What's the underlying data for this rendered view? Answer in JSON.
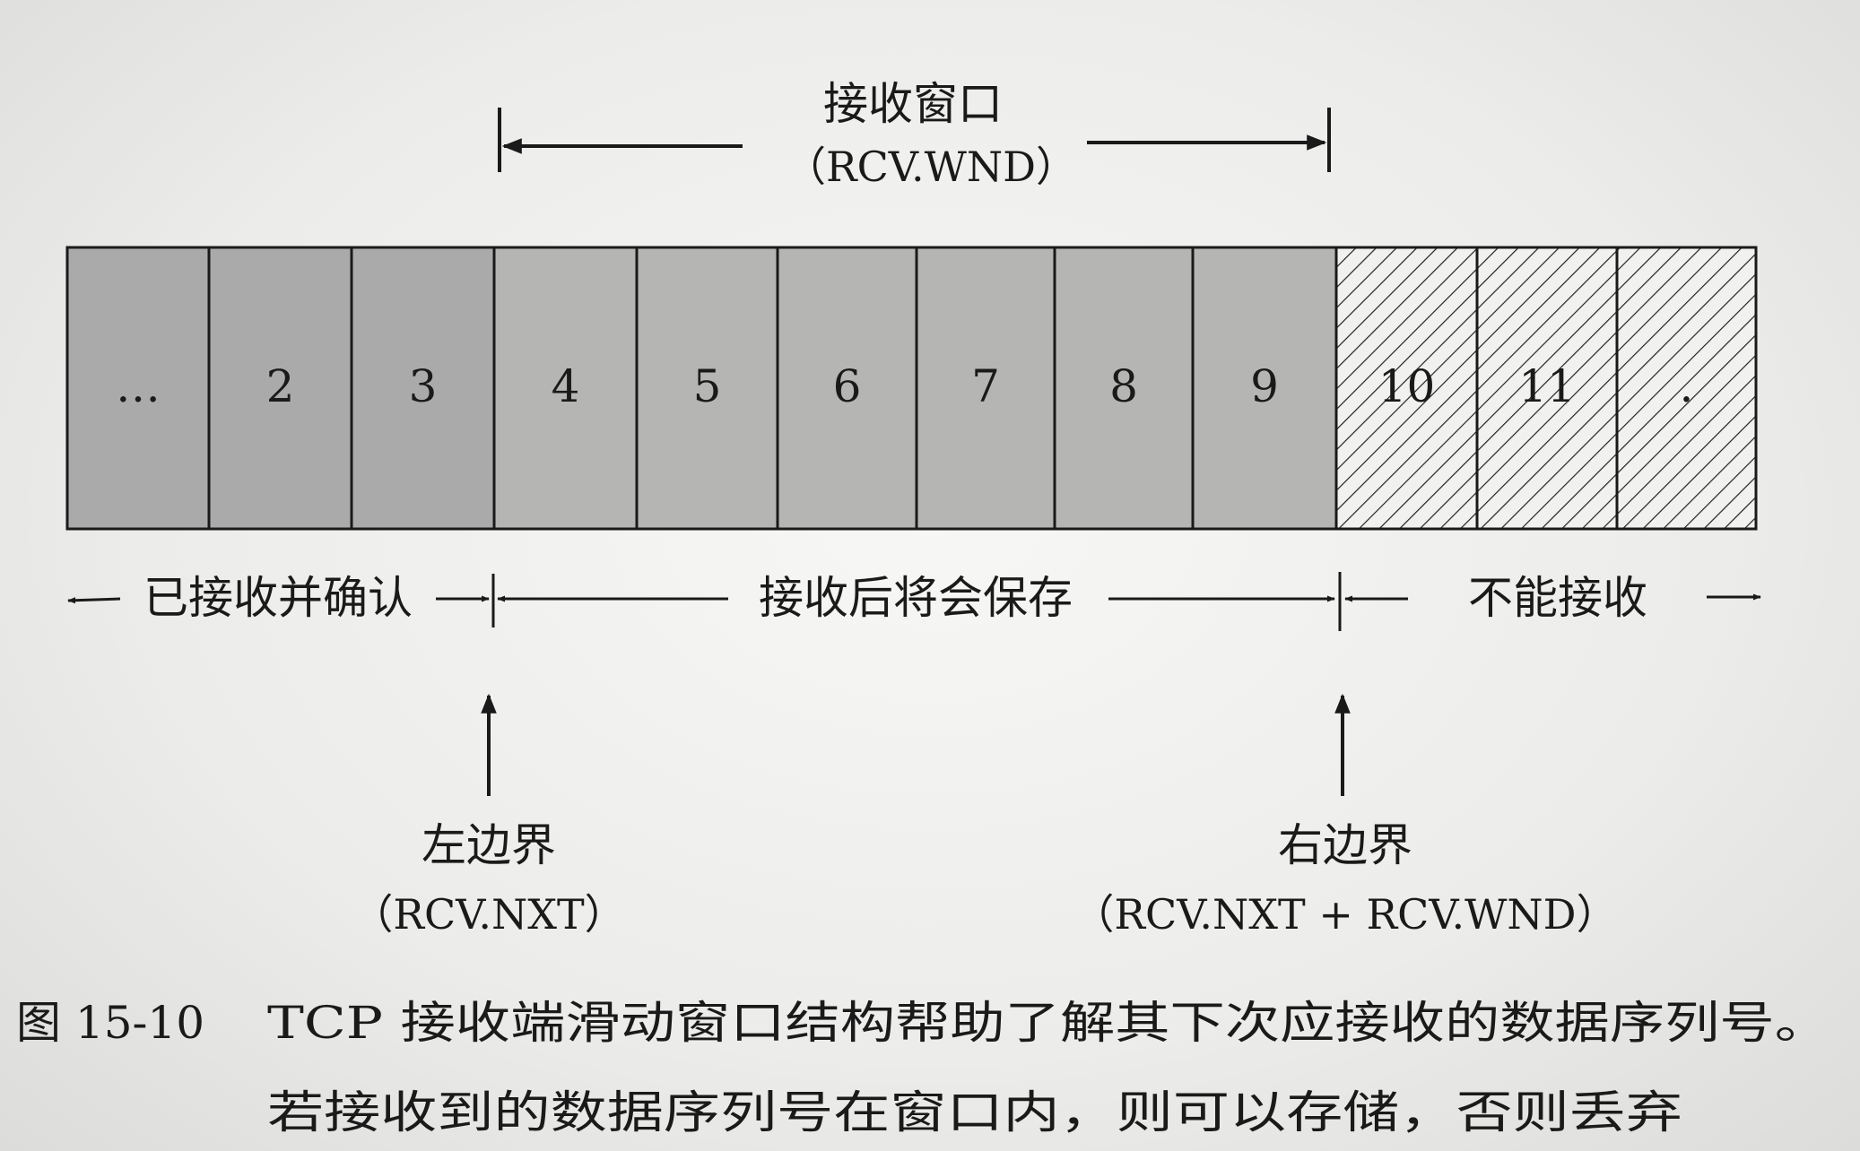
{
  "window": {
    "title": "接收窗口",
    "subtitle": "（RCV.WND）"
  },
  "cells": [
    "…",
    "2",
    "3",
    "4",
    "5",
    "6",
    "7",
    "8",
    "9",
    "10",
    "11",
    "."
  ],
  "cell_states": [
    "acked",
    "acked",
    "acked",
    "window",
    "window",
    "window",
    "window",
    "window",
    "window",
    "outside",
    "outside",
    "outside"
  ],
  "regions": {
    "acked": "已接收并确认",
    "window": "接收后将会保存",
    "outside": "不能接收"
  },
  "left_edge": {
    "title": "左边界",
    "subtitle": "（RCV.NXT）"
  },
  "right_edge": {
    "title": "右边界",
    "subtitle": "（RCV.NXT + RCV.WND）"
  },
  "caption": {
    "number": "图 15-10",
    "line1": "TCP 接收端滑动窗口结构帮助了解其下次应接收的数据序列号。",
    "line2": "若接收到的数据序列号在窗口内，则可以存储，否则丢弃"
  },
  "colors": {
    "acked_fill": "#aaaaaa",
    "window_fill": "#b5b5b3",
    "hatch_bg": "#f1f1ef",
    "line": "#1a1a1a"
  }
}
